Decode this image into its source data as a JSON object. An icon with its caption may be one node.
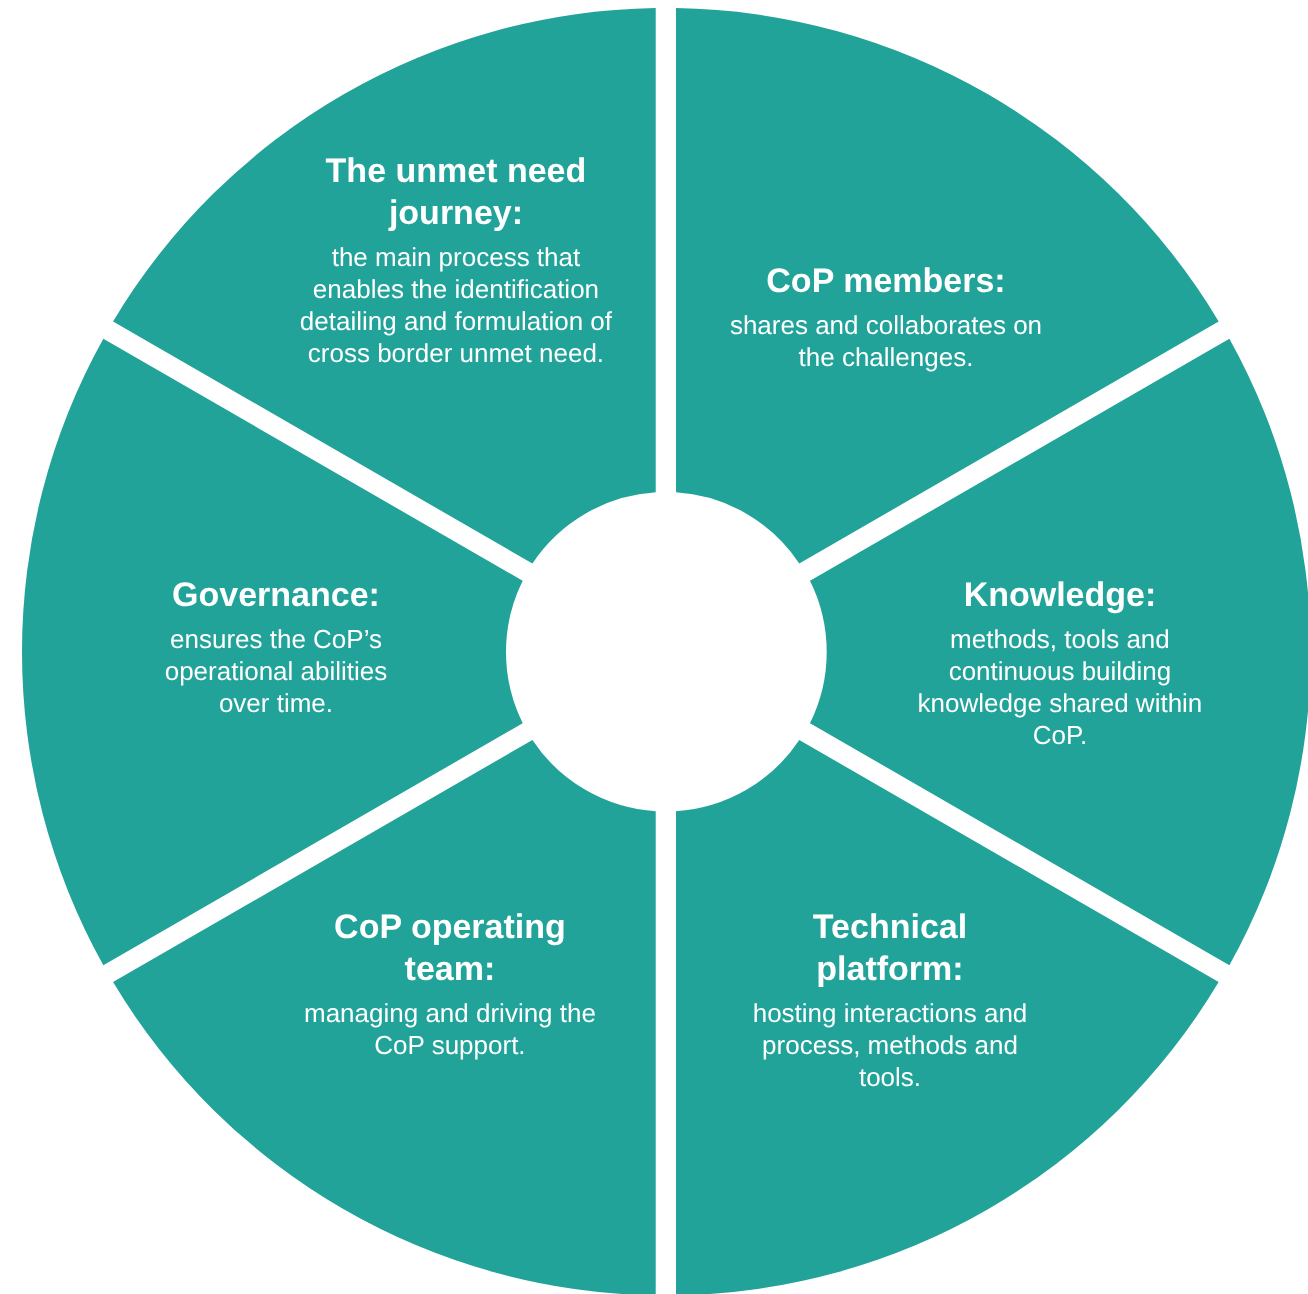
{
  "diagram": {
    "nodes": [
      {
        "text": [
          "The unmet need journey:",
          "the main process that enables the identification detailing and formulation of cross border unmet need."
        ]
      },
      {
        "text": [
          "CoP members:",
          "shares and collaborates on the challenges."
        ]
      },
      {
        "text": [
          "Governance:",
          "ensures the CoP’s operational abilities over time."
        ]
      },
      {
        "text": [
          "Knowledge:",
          "methods, tools and continuous building knowledge shared within CoP."
        ]
      },
      {
        "text": [
          "CoP operating team:",
          "managing and driving the CoP support."
        ]
      },
      {
        "text": [
          "Technical platform:",
          "hosting interactions and process, methods and tools."
        ]
      }
    ],
    "edges": []
  }
}
